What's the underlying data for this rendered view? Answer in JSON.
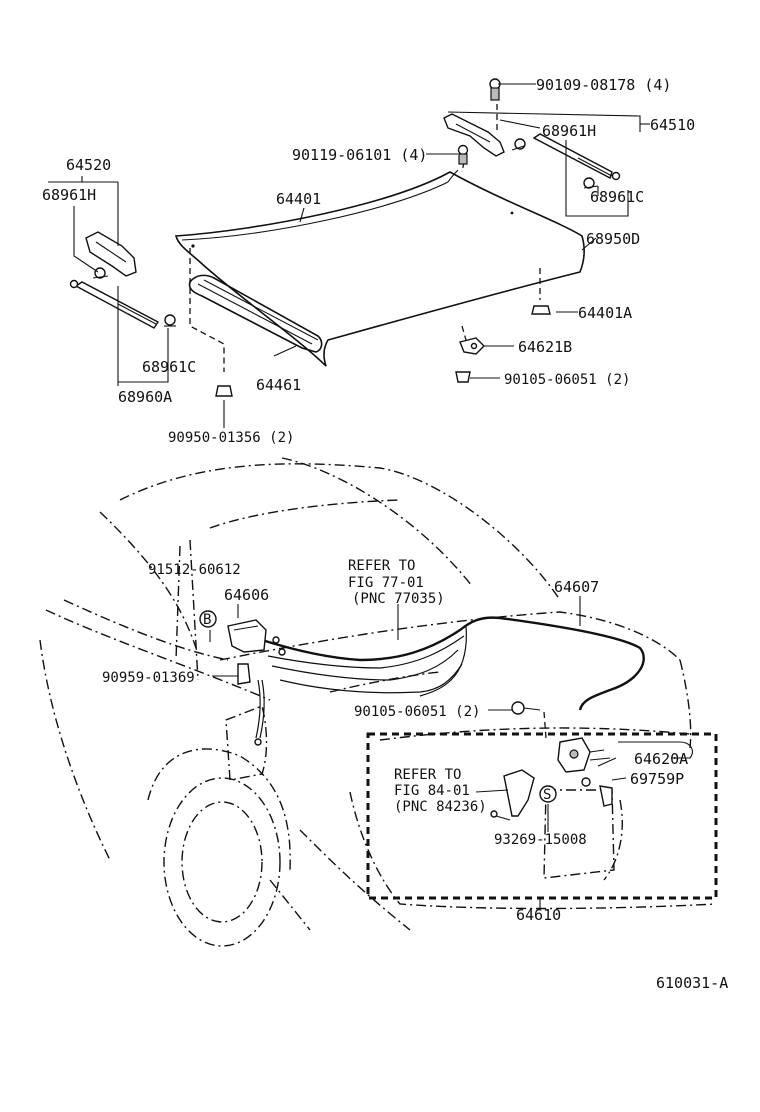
{
  "labels": {
    "p90109": "90109-08178 (4)",
    "p64510": "64510",
    "p68961h_r": "68961H",
    "p90119": "90119-06101 (4)",
    "p64520": "64520",
    "p68961h_l": "68961H",
    "p64401": "64401",
    "p68961c_r": "68961C",
    "p68950d": "68950D",
    "p64401a": "64401A",
    "p64621b": "64621B",
    "p90105_top": "90105-06051 (2)",
    "p68961c_l": "68961C",
    "p68960a": "68960A",
    "p64461": "64461",
    "p90950": "90950-01356 (2)",
    "p91512": "91512-60612",
    "p64606": "64606",
    "refer77_1": "REFER TO",
    "refer77_2": "FIG 77-01",
    "refer77_3": "(PNC 77035)",
    "p64607": "64607",
    "p90959": "90959-01369",
    "p90105_bot": "90105-06051 (2)",
    "p64620a": "64620A",
    "refer84_1": "REFER TO",
    "refer84_2": "FIG 84-01",
    "refer84_3": "(PNC 84236)",
    "p69759p": "69759P",
    "p93269": "93269-15008",
    "p64610": "64610",
    "marker_b": "B",
    "marker_s": "S",
    "figure_id": "610031-A"
  }
}
